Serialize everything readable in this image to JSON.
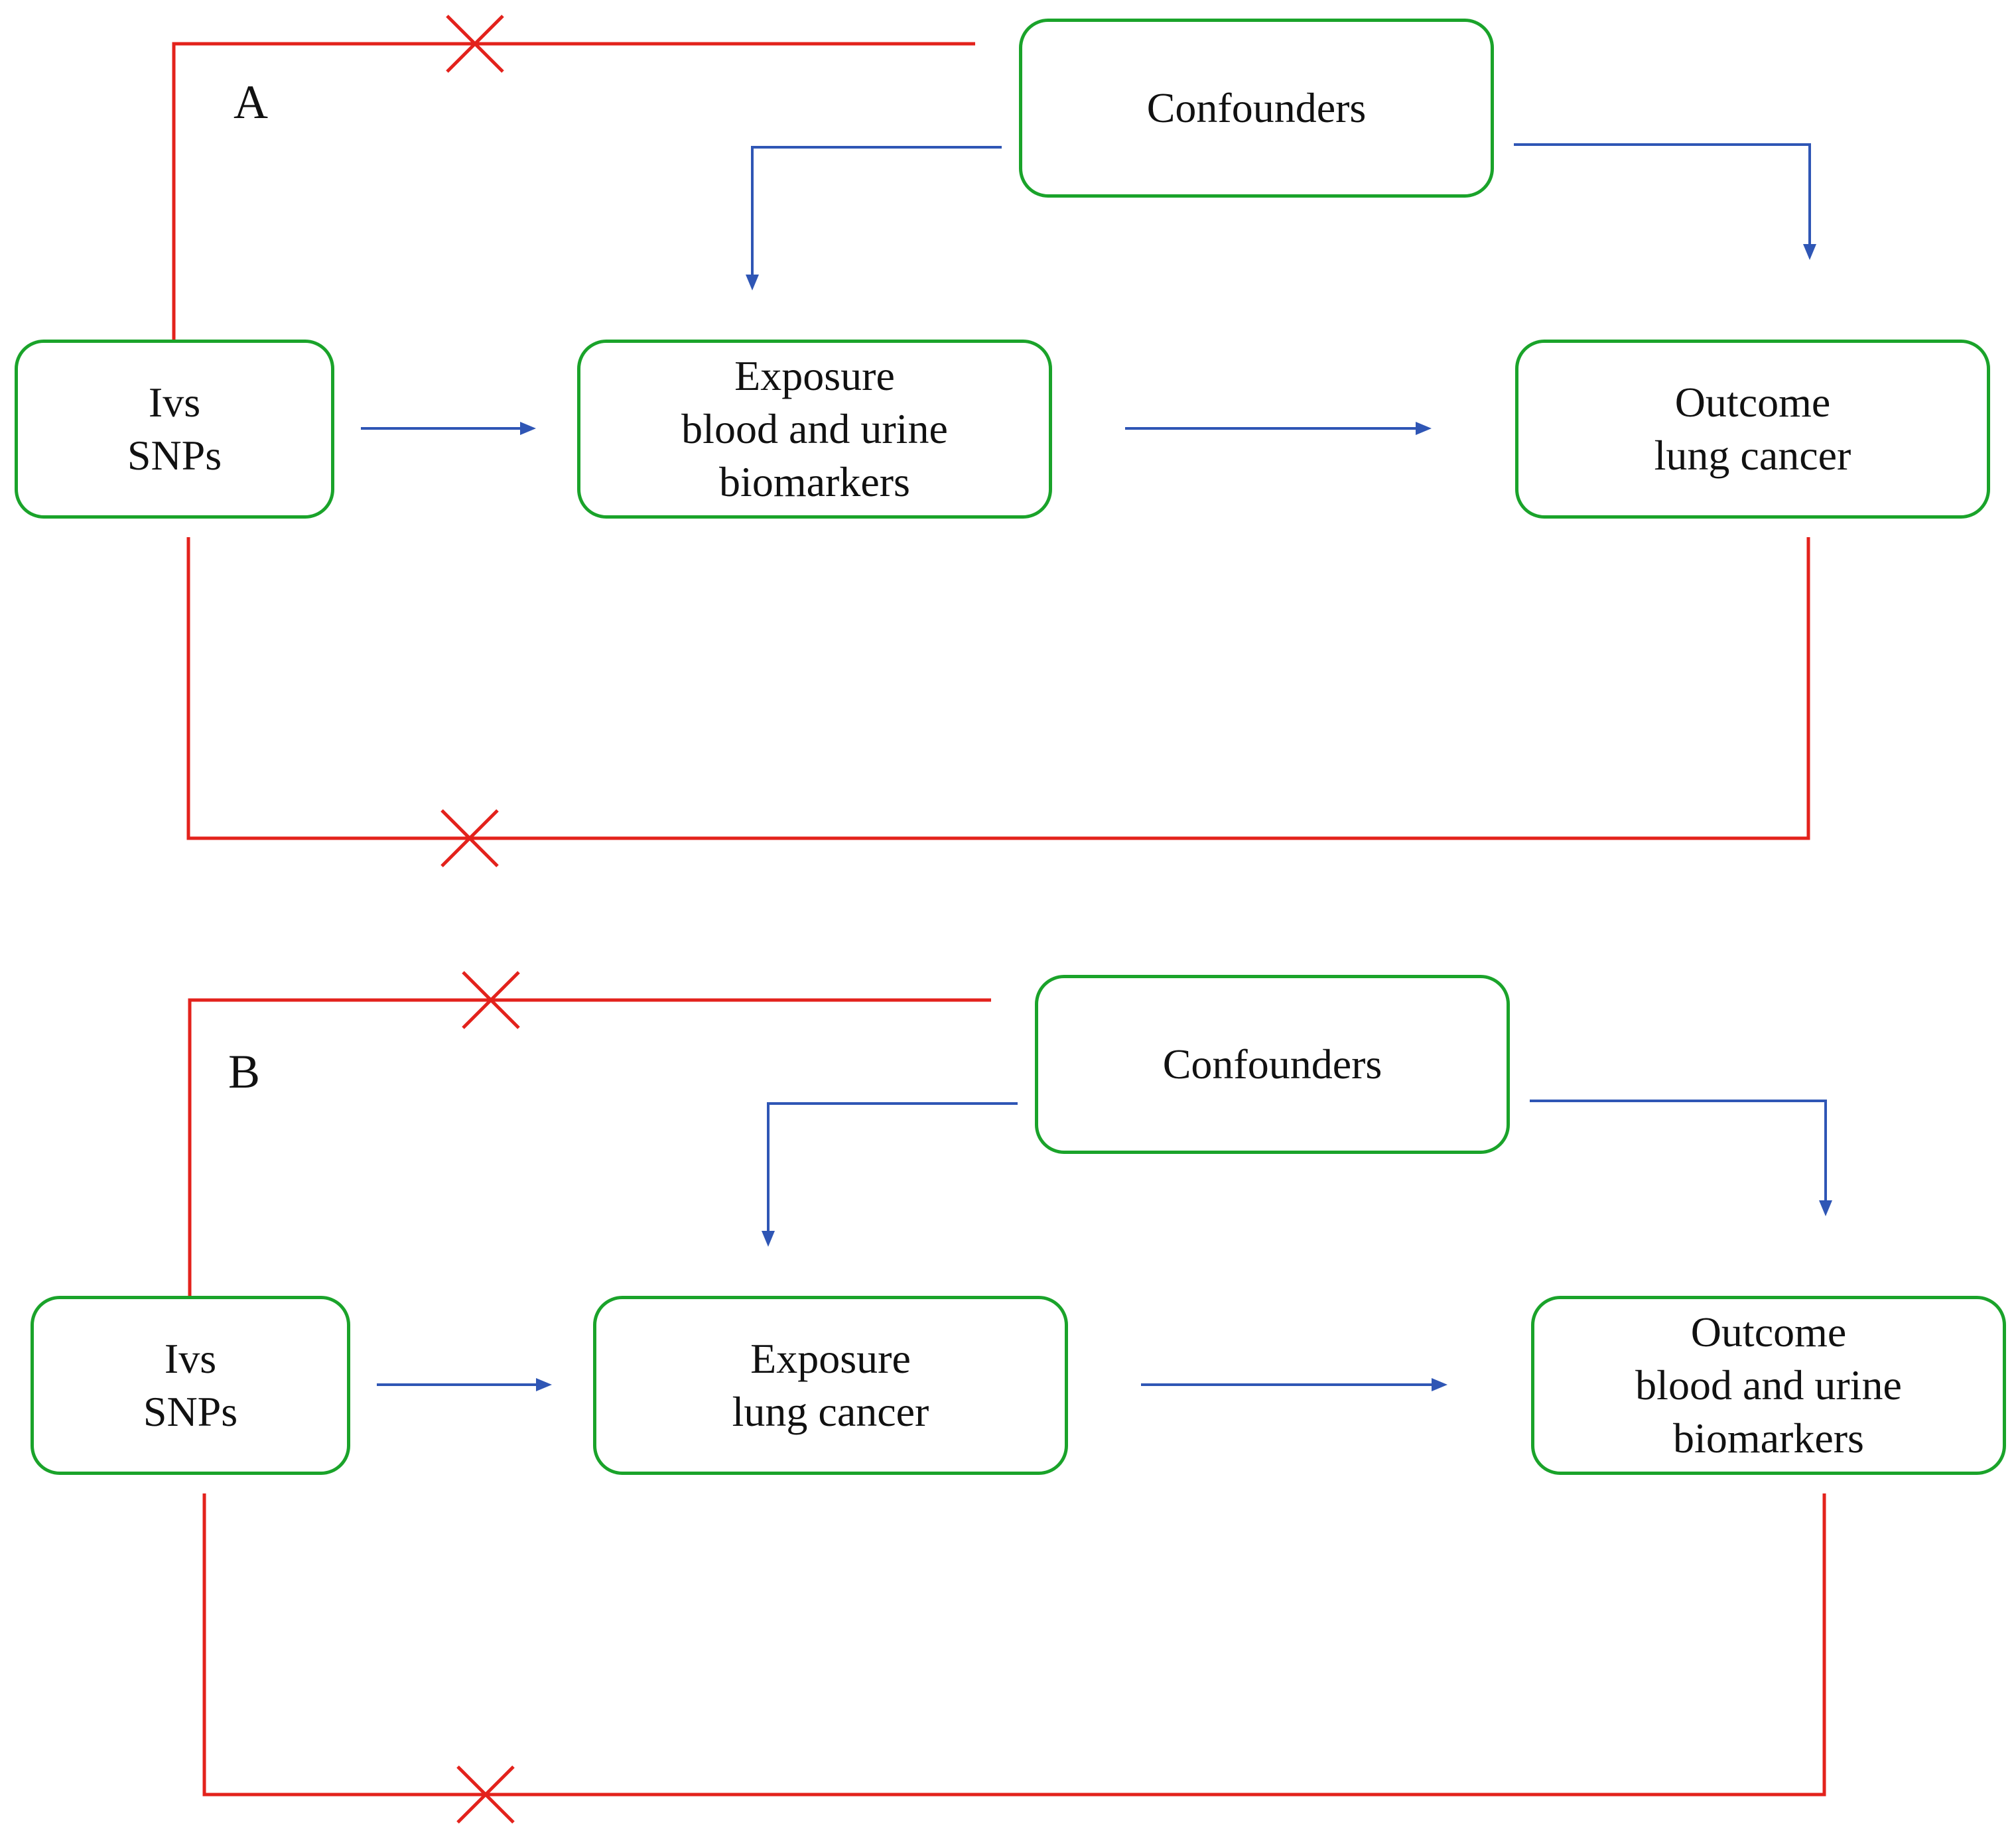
{
  "panels": [
    {
      "label": "A",
      "nodes": {
        "ivs": [
          "Ivs",
          "SNPs"
        ],
        "exposure": [
          "Exposure",
          "blood and urine",
          "biomarkers"
        ],
        "outcome": [
          "Outcome",
          "lung cancer"
        ],
        "confounders": [
          "Confounders"
        ]
      }
    },
    {
      "label": "B",
      "nodes": {
        "ivs": [
          "Ivs",
          "SNPs"
        ],
        "exposure": [
          "Exposure",
          "lung cancer"
        ],
        "outcome": [
          "Outcome",
          "blood and urine",
          "biomarkers"
        ],
        "confounders": [
          "Confounders"
        ]
      }
    }
  ],
  "colors": {
    "box_border": "#1aa32a",
    "causal_arrow": "#2f56b5",
    "violated_path": "#e3221c"
  }
}
